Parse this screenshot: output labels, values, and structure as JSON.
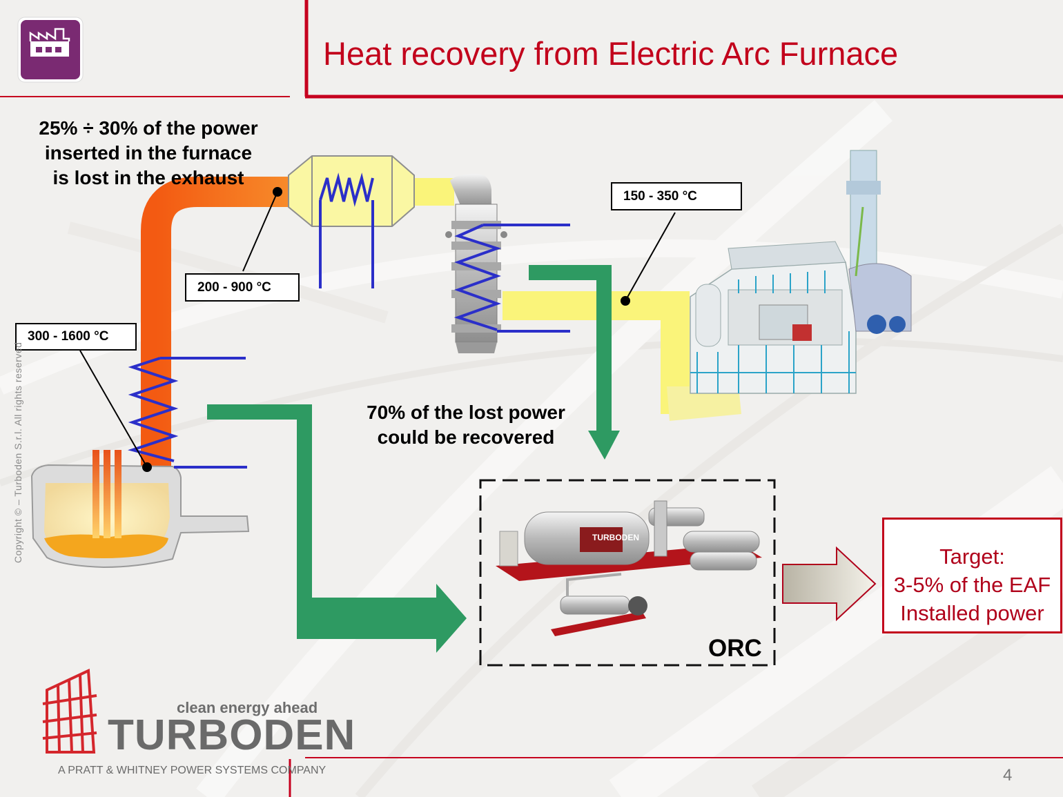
{
  "slide": {
    "title": "Heat recovery from Electric Arc Furnace",
    "lead_text": [
      "25% ÷ 30% of the power",
      "inserted in the furnace",
      "is lost in the exhaust"
    ],
    "recover_text": [
      "70% of the lost power",
      "could be recovered"
    ],
    "temperatures": {
      "furnace": "300 - 1600 °C",
      "duct": "200 - 900 °C",
      "exhaust": "150 - 350 °C"
    },
    "orc_label": "ORC",
    "target": [
      "Target:",
      "3-5% of the EAF",
      "Installed power"
    ],
    "copyright": "Copyright © – Turboden S.r.l. All rights reserved",
    "page_number": "4",
    "machine_brand": "TURBODEN"
  },
  "brand": {
    "tagline": "clean energy ahead",
    "name": "TURBODEN",
    "subline": "A PRATT & WHITNEY POWER SYSTEMS COMPANY"
  },
  "colors": {
    "title_red": "#c2001b",
    "hot_duct": "#f06a10",
    "cool_duct": "#faf47a",
    "heat_coil": "#2b2fc9",
    "flow_arrow": "#2e9a62",
    "icon_purple": "#7a2a72"
  }
}
